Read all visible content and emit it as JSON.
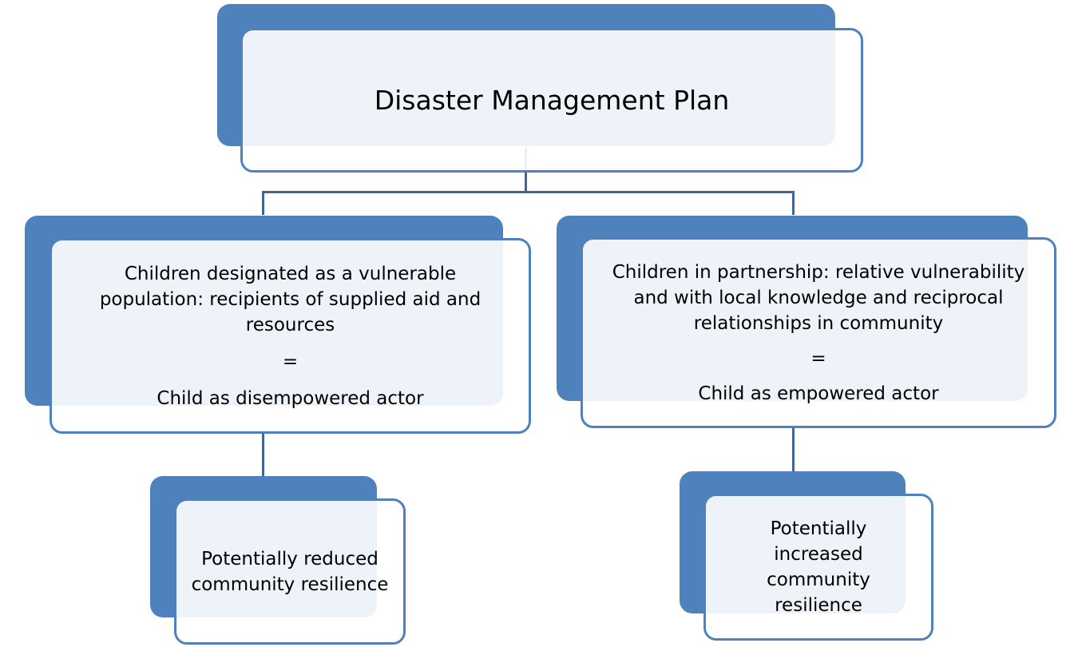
{
  "root": {
    "label": "Disaster Management Plan"
  },
  "left": {
    "description": "Children designated as a vulnerable population: recipients of supplied aid and resources",
    "equals": "=",
    "result": "Child as disempowered actor",
    "outcome": "Potentially reduced community resilience"
  },
  "right": {
    "description": "Children in partnership: relative vulnerability and with local knowledge and reciprocal relationships in community",
    "equals": "=",
    "result": "Child as empowered actor",
    "outcome": "Potentially increased community resilience"
  },
  "colors": {
    "accent": "#4F81BD",
    "connector": "#3E6797",
    "fill": "#ECF1F8"
  }
}
